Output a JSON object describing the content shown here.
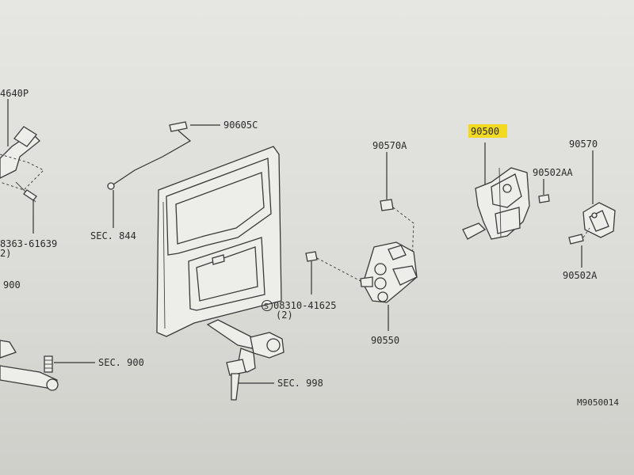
{
  "labels": {
    "p94640": "4640P",
    "p90605c": "90605C",
    "p08363": "8363-61639",
    "p08363_qty": "2)",
    "sec844": "SEC. 844",
    "p900_left": "900",
    "p90570a": "90570A",
    "p90500": "90500",
    "p90502aa": "90502AA",
    "p90570": "90570",
    "p90502a": "90502A",
    "p08310": "08310-41625",
    "p08310_qty": "(2)",
    "p08310_prefix": "S",
    "p90550": "90550",
    "sec900": "SEC. 900",
    "sec998": "SEC. 998",
    "diagram_code": "M9050014"
  },
  "colors": {
    "highlight": "#f5d800",
    "line": "#333333",
    "background": "#e2e2de"
  }
}
